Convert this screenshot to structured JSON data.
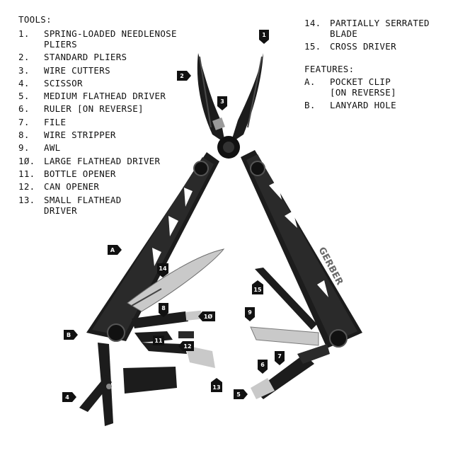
{
  "tools_heading": "TOOLS:",
  "tools_left": [
    {
      "num": "1.",
      "text": "SPRING-LOADED NEEDLENOSE\nPLIERS"
    },
    {
      "num": "2.",
      "text": "STANDARD PLIERS"
    },
    {
      "num": "3.",
      "text": "WIRE CUTTERS"
    },
    {
      "num": "4.",
      "text": "SCISSOR"
    },
    {
      "num": "5.",
      "text": "MEDIUM FLATHEAD DRIVER"
    },
    {
      "num": "6.",
      "text": "RULER [ON REVERSE]"
    },
    {
      "num": "7.",
      "text": "FILE"
    },
    {
      "num": "8.",
      "text": "WIRE STRIPPER"
    },
    {
      "num": "9.",
      "text": "AWL"
    },
    {
      "num": "1Ø.",
      "text": "LARGE FLATHEAD DRIVER"
    },
    {
      "num": "11.",
      "text": "BOTTLE OPENER"
    },
    {
      "num": "12.",
      "text": "CAN OPENER"
    },
    {
      "num": "13.",
      "text": "SMALL FLATHEAD\nDRIVER"
    }
  ],
  "tools_right": [
    {
      "num": "14.",
      "text": "PARTIALLY SERRATED\nBLADE"
    },
    {
      "num": "15.",
      "text": "CROSS DRIVER"
    }
  ],
  "features_heading": "FEATURES:",
  "features": [
    {
      "num": "A.",
      "text": "POCKET CLIP\n[ON REVERSE]"
    },
    {
      "num": "B.",
      "text": "LANYARD HOLE"
    }
  ],
  "callouts": {
    "c1": "1",
    "c2": "2",
    "c3": "3",
    "c4": "4",
    "c5": "5",
    "c6": "6",
    "c7": "7",
    "c8": "8",
    "c9": "9",
    "c10": "1Ø",
    "c11": "11",
    "c12": "12",
    "c13": "13",
    "c14": "14",
    "c15": "15",
    "cA": "A",
    "cB": "B"
  },
  "brand_mark": "GERBER",
  "colors": {
    "tool_body": "#1c1c1c",
    "tool_edge": "#3a3a3a",
    "steel": "#b8b8b8",
    "callout_bg": "#111111",
    "text": "#111111"
  }
}
